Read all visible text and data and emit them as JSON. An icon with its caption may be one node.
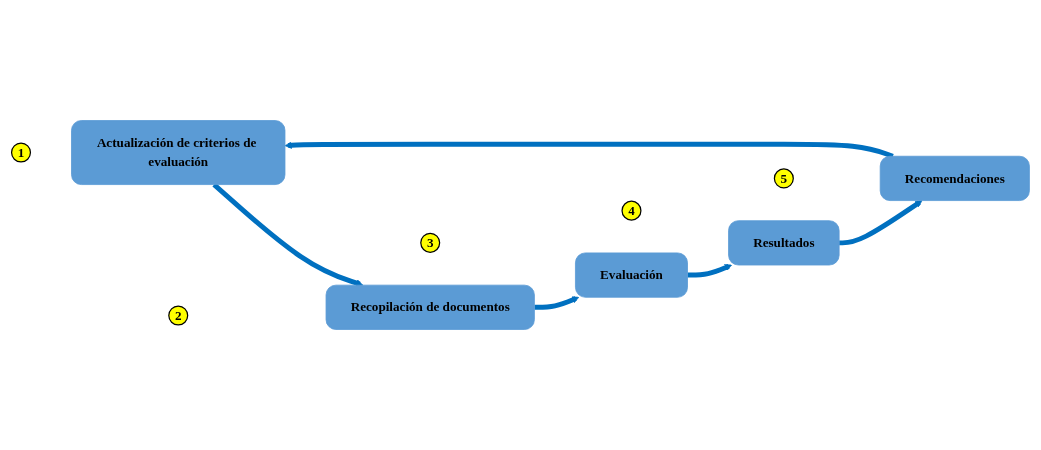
{
  "diagram": {
    "nodes": [
      {
        "text": [
          "1"
        ]
      },
      {
        "text": [
          "Actualización de criterios de evaluación"
        ]
      },
      {
        "text": [
          "2"
        ]
      },
      {
        "text": [
          "Recopilación de documentos"
        ]
      },
      {
        "text": [
          "3"
        ]
      },
      {
        "text": [
          "Evaluación"
        ]
      },
      {
        "text": [
          "4"
        ]
      },
      {
        "text": [
          "Resultados"
        ]
      },
      {
        "text": [
          "5"
        ]
      },
      {
        "text": [
          "Recomendaciones"
        ]
      }
    ],
    "edges": [
      {
        "from": 1,
        "to": 3,
        "arrow": "to"
      },
      {
        "from": 3,
        "to": 5,
        "arrow": "to"
      },
      {
        "from": 5,
        "to": 7,
        "arrow": "to"
      },
      {
        "from": 7,
        "to": 9,
        "arrow": "to"
      },
      {
        "from": 9,
        "to": 1,
        "arrow": "to"
      }
    ]
  }
}
